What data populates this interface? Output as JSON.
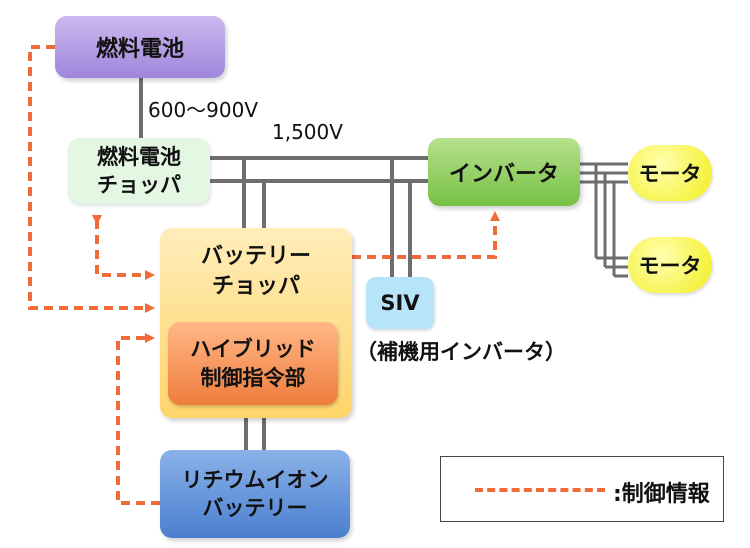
{
  "nodes": {
    "fuel_cell": "燃料電池",
    "fuel_cell_chopper": [
      "燃料電池",
      "チョッパ"
    ],
    "inverter": "インバータ",
    "motors": [
      "モータ",
      "モータ"
    ],
    "battery_chopper": [
      "バッテリー",
      "チョッパ"
    ],
    "hybrid_controller": [
      "ハイブリッド",
      "制御指令部"
    ],
    "siv": "SIV",
    "siv_caption": "（補機用インバータ）",
    "li_battery": [
      "リチウムイオン",
      "バッテリー"
    ]
  },
  "labels": {
    "fuel_cell_voltage": "600～900V",
    "bus_voltage": "1,500V"
  },
  "legend": {
    "label": ":制御情報"
  },
  "colors": {
    "power_line": "#6e6e6e",
    "control_line": "#f06a3a",
    "fuel_cell": "#9f86db",
    "fuel_cell_chopper": "#e3f7e3",
    "inverter": "#76c044",
    "motor": "#f2ee1e",
    "battery_chopper": "#ffd46a",
    "hybrid_controller": "#ee7d3c",
    "siv": "#b7e4f8",
    "li_battery": "#4b7fcf"
  },
  "icons": {
    "control_arrow": "arrowhead"
  }
}
